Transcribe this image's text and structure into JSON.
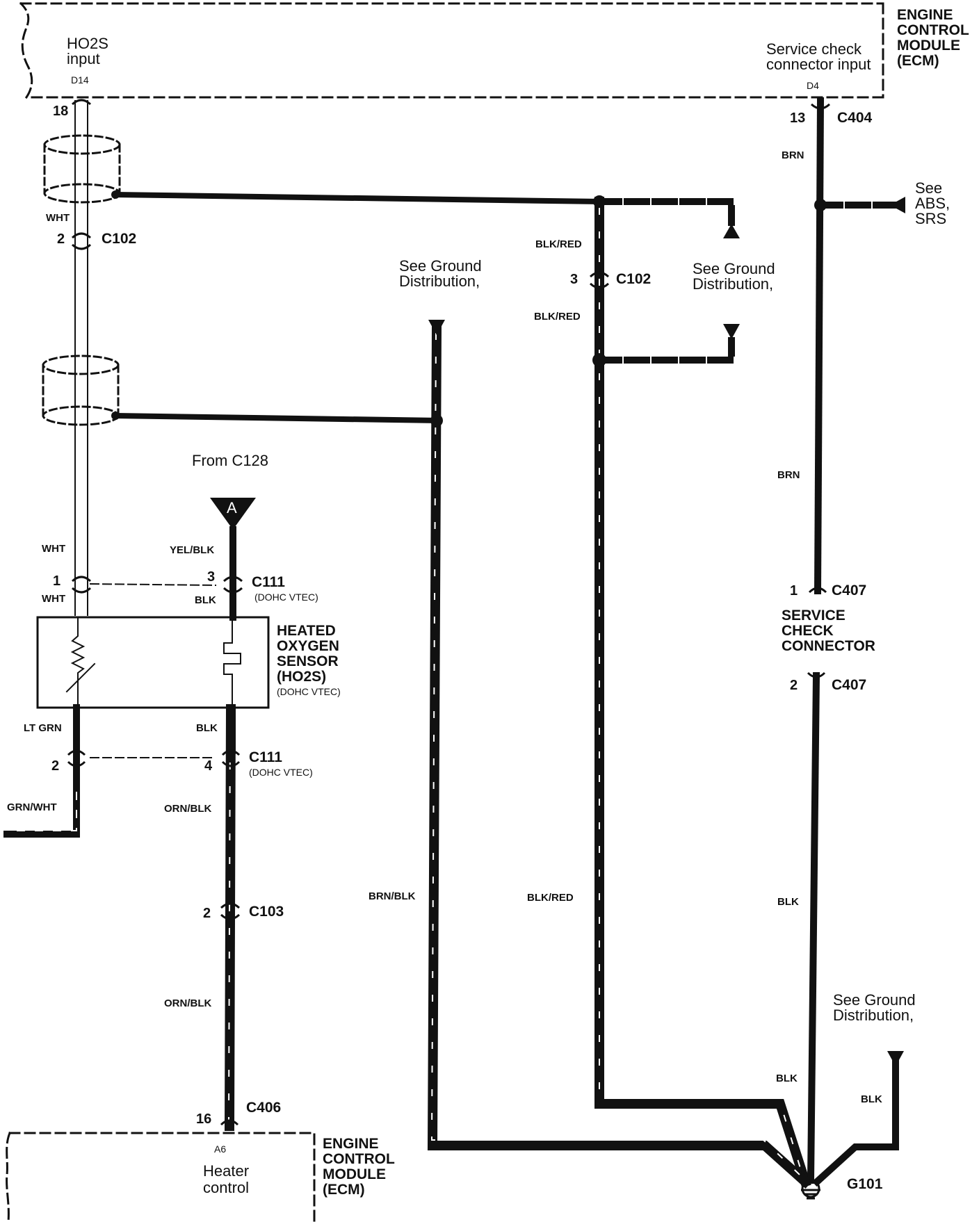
{
  "ecm_top": {
    "title": [
      "ENGINE",
      "CONTROL",
      "MODULE",
      "(ECM)"
    ],
    "ho2s_input": [
      "HO2S",
      "input"
    ],
    "ho2s_terminal": "D14",
    "service_input": [
      "Service check",
      "connector input"
    ],
    "service_terminal": "D4"
  },
  "ecm_bottom": {
    "title": [
      "ENGINE",
      "CONTROL",
      "MODULE",
      "(ECM)"
    ],
    "terminal": "A6",
    "function": [
      "Heater",
      "control"
    ]
  },
  "sensor": {
    "title": [
      "HEATED",
      "OXYGEN",
      "SENSOR",
      "(HO2S)"
    ],
    "variant": "(DOHC VTEC)"
  },
  "service_connector": {
    "title": [
      "SERVICE",
      "CHECK",
      "CONNECTOR"
    ]
  },
  "connectors": {
    "c102": "C102",
    "c111": "C111",
    "c111_variant": "(DOHC VTEC)",
    "c103": "C103",
    "c404": "C404",
    "c406": "C406",
    "c407": "C407",
    "g101": "G101"
  },
  "pins": {
    "p18": "18",
    "p2a": "2",
    "p1": "1",
    "p3": "3",
    "p2b": "2",
    "p4": "4",
    "p2c": "2",
    "p16": "16",
    "p13": "13",
    "p3b": "3",
    "p1b": "1",
    "p2d": "2"
  },
  "wires": {
    "wht1": "WHT",
    "wht2": "WHT",
    "wht3": "WHT",
    "yel_blk": "YEL/BLK",
    "blk1": "BLK",
    "lt_grn": "LT GRN",
    "blk2": "BLK",
    "grn_wht": "GRN/WHT",
    "orn_blk1": "ORN/BLK",
    "orn_blk2": "ORN/BLK",
    "brn_blk": "BRN/BLK",
    "blk_red1": "BLK/RED",
    "blk_red2": "BLK/RED",
    "blk_red3": "BLK/RED",
    "brn1": "BRN",
    "brn2": "BRN",
    "blk3": "BLK",
    "blk4": "BLK",
    "blk5": "BLK"
  },
  "notes": {
    "from_c128": "From C128",
    "arrow_a": "A",
    "see_ground_1": [
      "See Ground",
      "Distribution,"
    ],
    "see_ground_2": [
      "See Ground",
      "Distribution,"
    ],
    "see_ground_3": [
      "See Ground",
      "Distribution,"
    ],
    "see_abs": [
      "See",
      "ABS,",
      "SRS"
    ]
  }
}
